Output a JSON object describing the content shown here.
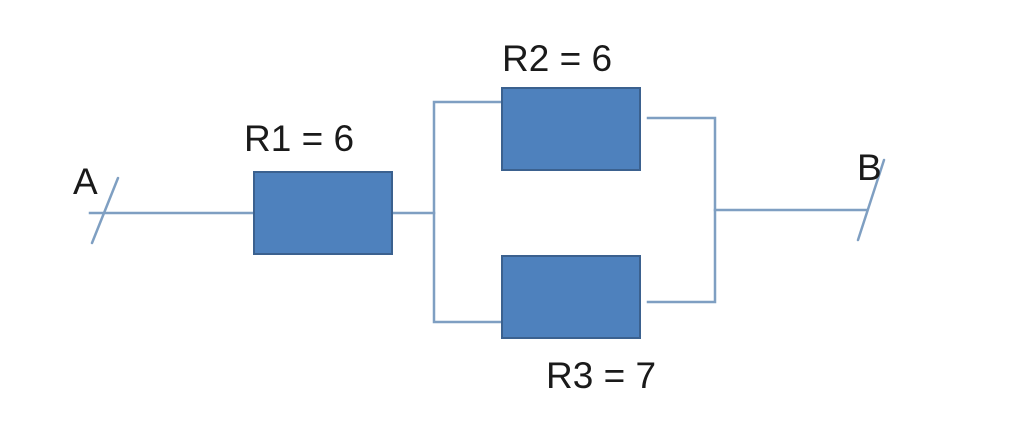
{
  "colors": {
    "wire": "#7f9fc2",
    "resistor_fill": "#4e81bd",
    "resistor_stroke": "#3b618f"
  },
  "terminals": {
    "a": "A",
    "b": "B"
  },
  "resistors": {
    "r1": "R1 = 6",
    "r2": "R2 = 6",
    "r3": "R3 = 7"
  }
}
